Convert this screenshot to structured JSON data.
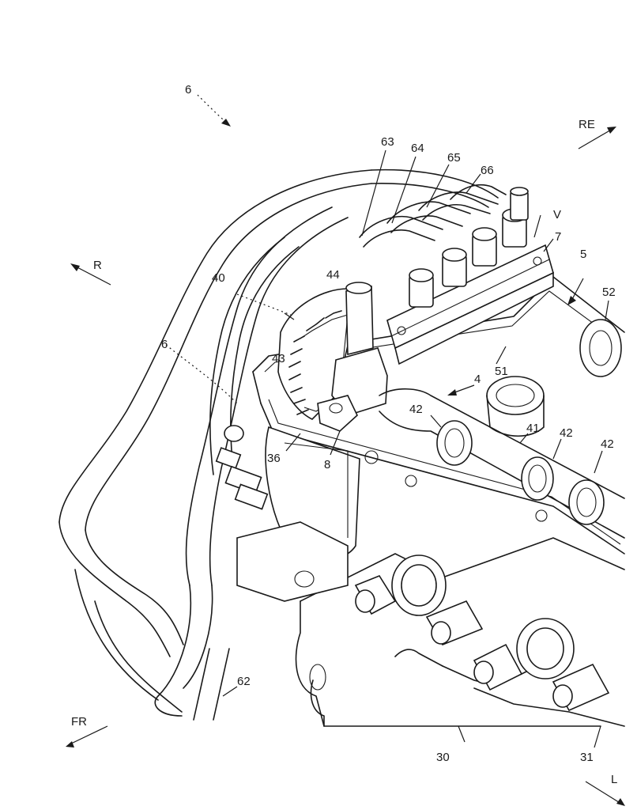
{
  "labels": {
    "l6_top": "6",
    "l6_left": "6",
    "l63": "63",
    "l64": "64",
    "l65": "65",
    "l66": "66",
    "lV": "V",
    "l7": "7",
    "l5": "5",
    "l52": "52",
    "l40": "40",
    "l44": "44",
    "l43": "43",
    "l51": "51",
    "l4": "4",
    "l42a": "42",
    "l41": "41",
    "l42b": "42",
    "l42c": "42",
    "l36": "36",
    "l8": "8",
    "l62": "62",
    "l30": "30",
    "l31": "31"
  },
  "directions": {
    "re": "RE",
    "r": "R",
    "fr": "FR",
    "l": "L"
  }
}
